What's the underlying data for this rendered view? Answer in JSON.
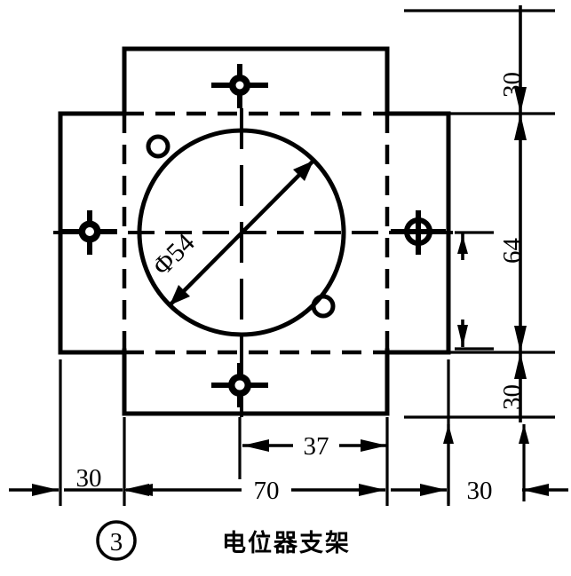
{
  "drawing": {
    "title": "电位器支架",
    "index_label": "3",
    "part_name": "电位器支架",
    "colors": {
      "line": "#000000",
      "background": "#ffffff"
    },
    "dimensions": {
      "diameter_label": "Φ54",
      "right_top": "30",
      "right_middle": "64",
      "right_bottom": "30",
      "bottom_inner": "37",
      "bottom_middle": "70",
      "bottom_left": "30",
      "bottom_right": "30"
    },
    "features": {
      "main_bore_label": "Φ54",
      "mounting_holes": 4,
      "small_holes": 2
    }
  },
  "chart_data": {
    "type": "table",
    "title": "电位器支架",
    "categories": [
      "Φ54",
      "30",
      "64",
      "30",
      "37",
      "70",
      "30",
      "30"
    ],
    "values": [
      54,
      30,
      64,
      30,
      37,
      70,
      30,
      30
    ],
    "xlabel": "",
    "ylabel": ""
  }
}
